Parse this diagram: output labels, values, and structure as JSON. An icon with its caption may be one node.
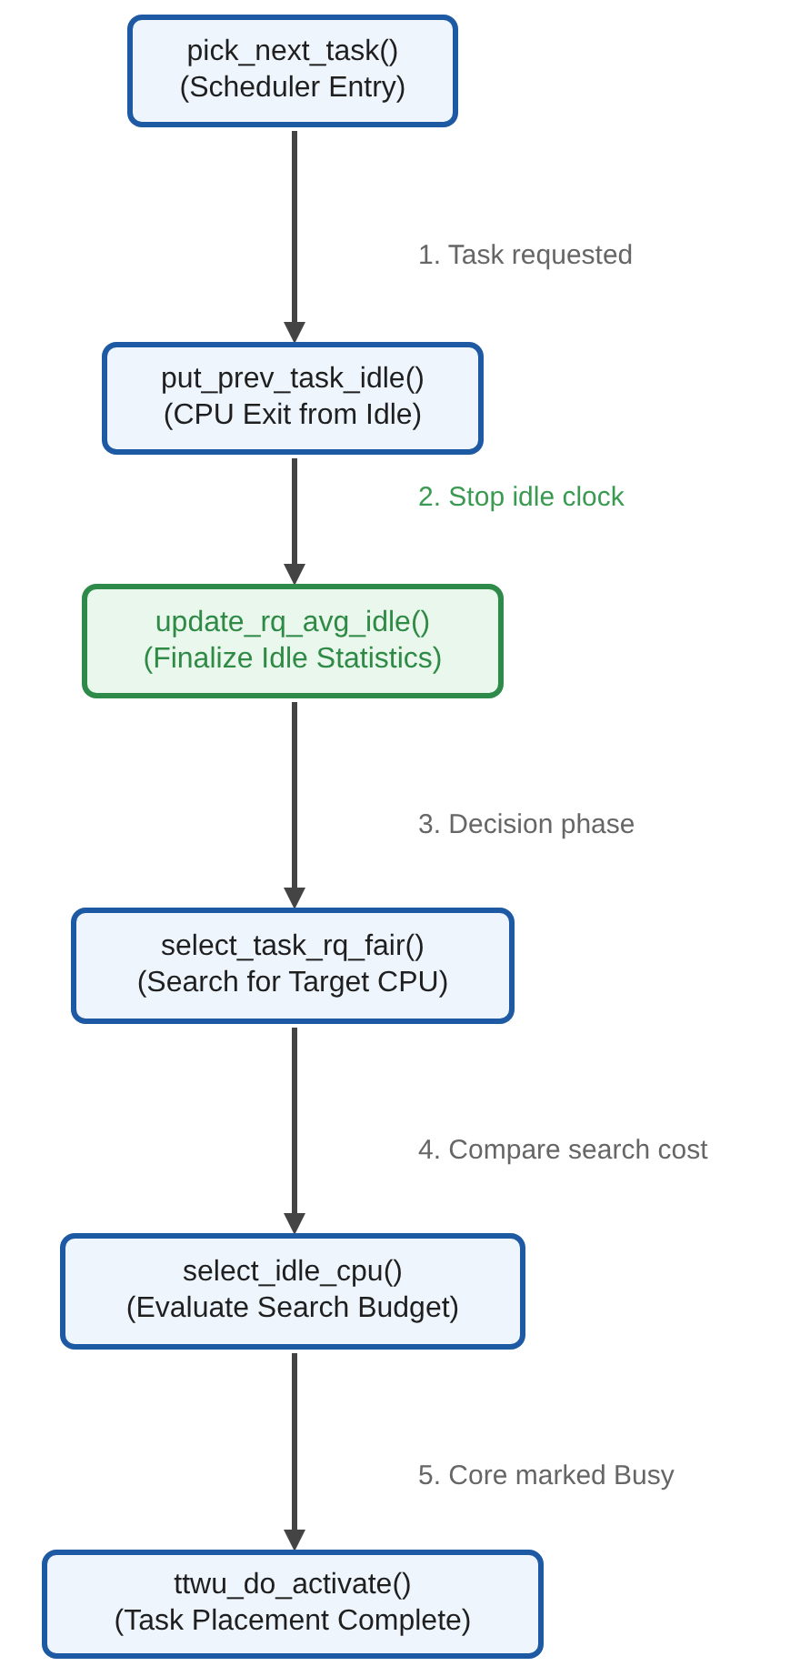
{
  "diagram": {
    "nodes": [
      {
        "text": [
          "pick_next_task()",
          "(Scheduler Entry)"
        ]
      },
      {
        "text": [
          "put_prev_task_idle()",
          "(CPU Exit from Idle)"
        ]
      },
      {
        "text": [
          "update_rq_avg_idle()",
          "(Finalize Idle Statistics)"
        ]
      },
      {
        "text": [
          "select_task_rq_fair()",
          "(Search for Target CPU)"
        ]
      },
      {
        "text": [
          "select_idle_cpu()",
          "(Evaluate Search Budget)"
        ]
      },
      {
        "text": [
          "ttwu_do_activate()",
          "(Task Placement Complete)"
        ]
      }
    ],
    "edges": [
      {
        "from": 0,
        "to": 1,
        "arrow": "to",
        "label": "1. Task requested"
      },
      {
        "from": 1,
        "to": 2,
        "arrow": "to",
        "label": "2. Stop idle clock"
      },
      {
        "from": 2,
        "to": 3,
        "arrow": "to",
        "label": "3. Decision phase"
      },
      {
        "from": 3,
        "to": 4,
        "arrow": "to",
        "label": "4. Compare search cost"
      },
      {
        "from": 4,
        "to": 5,
        "arrow": "to",
        "label": "5. Core marked Busy"
      }
    ]
  }
}
